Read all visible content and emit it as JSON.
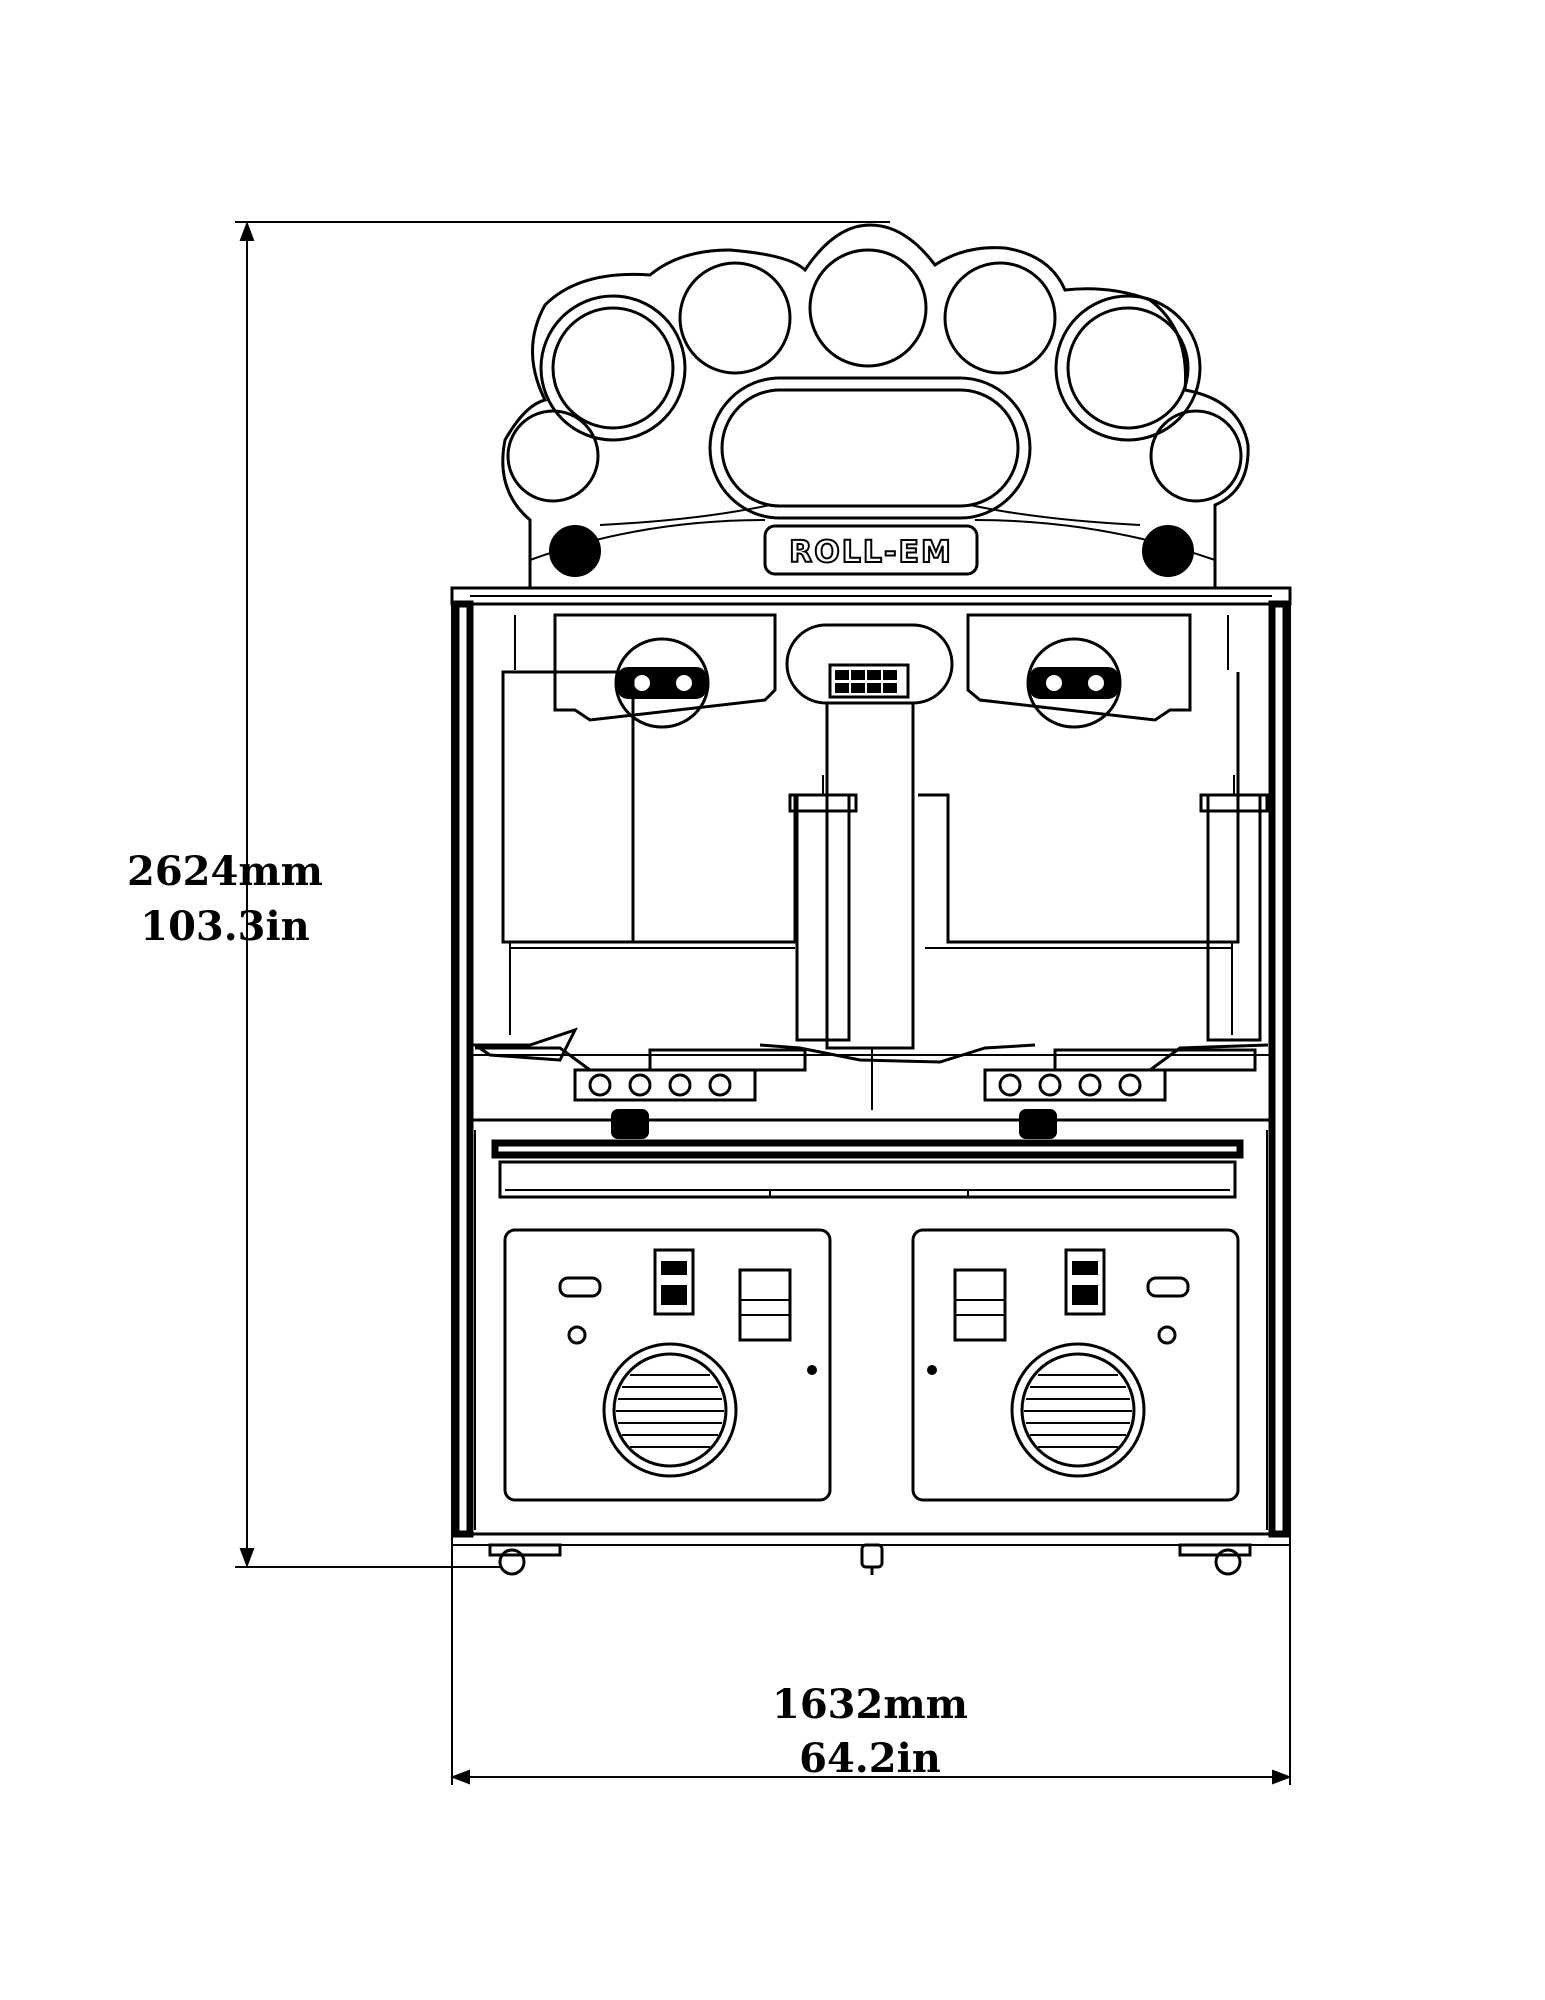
{
  "dimensions": {
    "height": {
      "metric": "2624mm",
      "imperial": "103.3in"
    },
    "width": {
      "metric": "1632mm",
      "imperial": "64.2in"
    }
  },
  "marquee": {
    "logo_text": "ROLL-EM"
  },
  "colors": {
    "line": "#000000",
    "background": "#ffffff"
  }
}
